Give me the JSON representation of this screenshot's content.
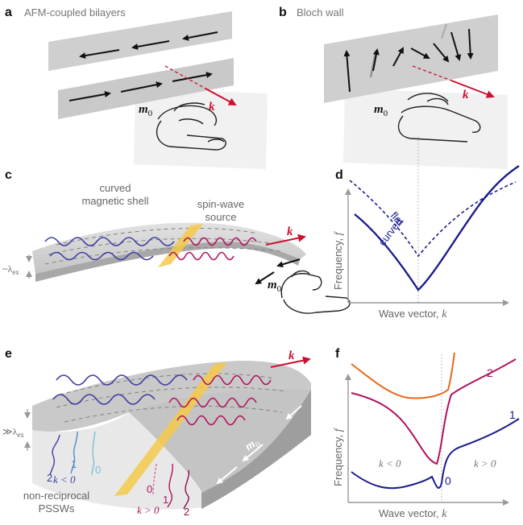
{
  "panels": {
    "a": {
      "letter": "a",
      "title": "AFM-coupled bilayers",
      "m0": "m",
      "m0_sub": "0",
      "k": "k"
    },
    "b": {
      "letter": "b",
      "title": "Bloch wall",
      "m0": "m",
      "m0_sub": "0",
      "k": "k"
    },
    "c": {
      "letter": "c",
      "title_line1": "curved",
      "title_line2": "magnetic shell",
      "source_line1": "spin-wave",
      "source_line2": "source",
      "k": "k",
      "m0": "m",
      "m0_sub": "0",
      "lambda": "~λ",
      "lambda_sub": "ex"
    },
    "d": {
      "letter": "d",
      "flat": "flat",
      "curved": "curved",
      "xlabel": "Wave vector, ",
      "xlabel_var": "k",
      "ylabel": "Frequency, ",
      "ylabel_var": "f"
    },
    "e": {
      "letter": "e",
      "k": "k",
      "m0": "m",
      "m0_sub": "0",
      "lambda": "≫λ",
      "lambda_sub": "ex",
      "left_modes": [
        "2",
        "1",
        "0"
      ],
      "left_cond": "k < 0",
      "right_modes": [
        "0",
        "1",
        "2"
      ],
      "right_cond": "k > 0",
      "caption_line1": "non-reciprocal",
      "caption_line2": "PSSWs"
    },
    "f": {
      "letter": "f",
      "xlabel": "Wave vector, ",
      "xlabel_var": "k",
      "ylabel": "Frequency, ",
      "ylabel_var": "f",
      "left_region": "k < 0",
      "right_region": "k > 0",
      "branch_labels": [
        "2",
        "1",
        "0"
      ]
    }
  },
  "colors": {
    "navy": "#1c1d8c",
    "red": "#cc1130",
    "magenta": "#b0135f",
    "orange": "#e66a1e",
    "grey_sheet": "#bdbdbd",
    "source": "#f4c94a"
  }
}
